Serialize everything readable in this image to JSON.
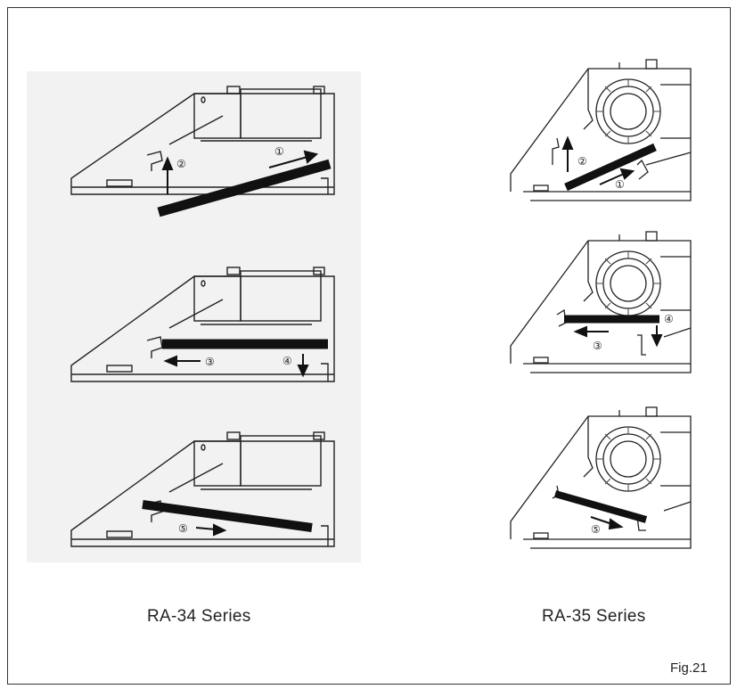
{
  "captions": {
    "left": "RA-34 Series",
    "right": "RA-35 Series",
    "figure": "Fig.21"
  },
  "steps": {
    "s1": "①",
    "s2": "②",
    "s3": "③",
    "s4": "④",
    "s5": "⑤"
  }
}
